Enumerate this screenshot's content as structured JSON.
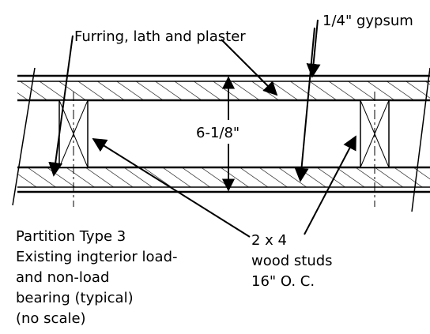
{
  "labels": {
    "furring": "Furring, lath and plaster",
    "gypsum": "1/4\" gypsum",
    "dimension": "6-1/8\"",
    "studs_line1": "2 x 4",
    "studs_line2": "wood studs",
    "studs_line3": "16\" O. C.",
    "caption_line1": "Partition Type 3",
    "caption_line2": "Existing ingterior load-",
    "caption_line3": "and non-load",
    "caption_line4": "bearing (typical)",
    "caption_line5": "(no scale)"
  },
  "colors": {
    "ink": "#000000",
    "paper": "#ffffff"
  }
}
